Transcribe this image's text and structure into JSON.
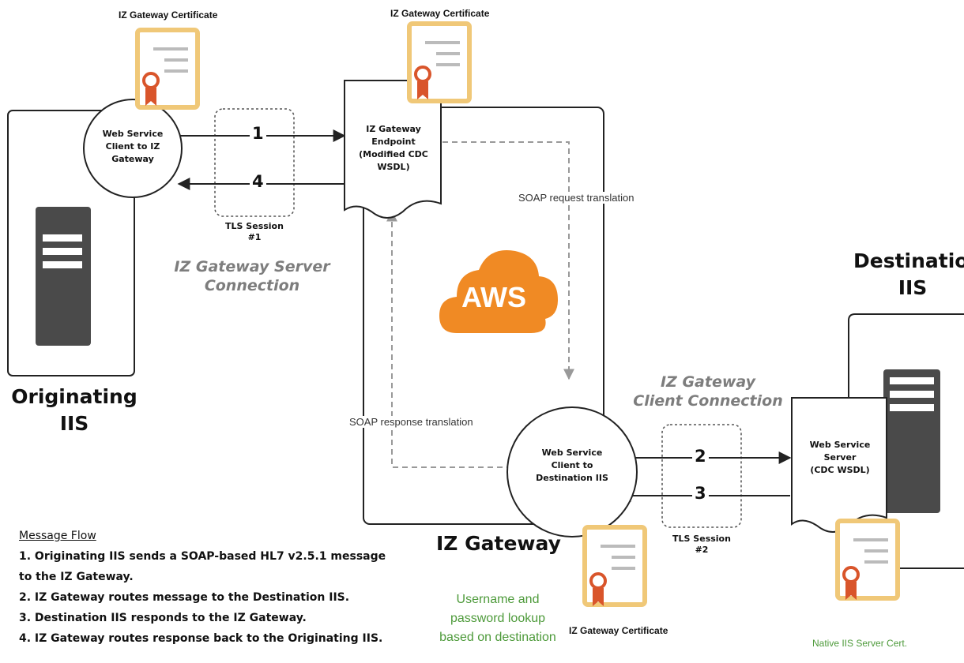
{
  "originating": {
    "title_line1": "Originating",
    "title_line2": "IIS",
    "client": [
      "Web Service",
      "Client to IZ",
      "Gateway"
    ],
    "cert_label": "IZ Gateway Certificate"
  },
  "gateway": {
    "title": "IZ Gateway",
    "endpoint": [
      "IZ Gateway",
      "Endpoint",
      "(Modified CDC",
      "WSDL)"
    ],
    "endpoint_cert_label": "IZ Gateway Certificate",
    "client": [
      "Web Service",
      "Client to",
      "Destination IIS"
    ],
    "client_cert_label": "IZ Gateway Certificate",
    "aws_label": "AWS",
    "soap_request": "SOAP request translation",
    "soap_response": "SOAP response translation",
    "lookup": [
      "Username and",
      "password lookup",
      "based on destination"
    ]
  },
  "destination": {
    "title_line1": "Destination",
    "title_line2": "IIS",
    "server": [
      "Web Service",
      "Server",
      "(CDC WSDL)"
    ],
    "cert_label": "Native IIS Server Cert."
  },
  "connections": {
    "server": {
      "label_line1": "IZ Gateway Server",
      "label_line2": "Connection",
      "tls_line1": "TLS Session",
      "tls_line2": "#1"
    },
    "client": {
      "label_line1": "IZ Gateway",
      "label_line2": "Client Connection",
      "tls_line1": "TLS Session",
      "tls_line2": "#2"
    }
  },
  "steps": [
    "1",
    "4",
    "2",
    "3"
  ],
  "message_flow": {
    "title": "Message Flow",
    "items": [
      "1. Originating IIS sends a SOAP-based HL7 v2.5.1 message",
      "to the IZ Gateway.",
      "2. IZ Gateway routes message to the Destination IIS.",
      "3. Destination IIS responds to the IZ Gateway.",
      "4. IZ Gateway routes response back to the Originating IIS."
    ]
  },
  "colors": {
    "cert_frame": "#f0c878",
    "cert_seal": "#d9552b",
    "aws_orange": "#f08a24",
    "server_gray": "#4a4a4a",
    "green_text": "#4d9a3a"
  }
}
